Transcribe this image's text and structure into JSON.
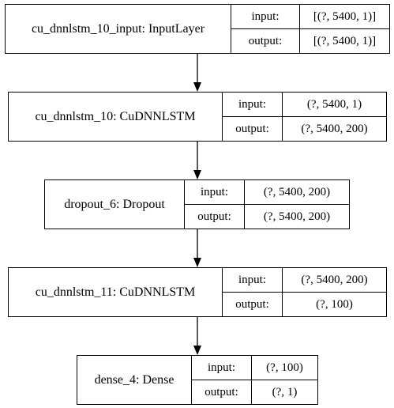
{
  "nodes": [
    {
      "name": "cu_dnnlstm_10_input: InputLayer",
      "input_label": "input:",
      "input": "[(?, 5400, 1)]",
      "output_label": "output:",
      "output": "[(?, 5400, 1)]"
    },
    {
      "name": "cu_dnnlstm_10: CuDNNLSTM",
      "input_label": "input:",
      "input": "(?, 5400, 1)",
      "output_label": "output:",
      "output": "(?, 5400, 200)"
    },
    {
      "name": "dropout_6: Dropout",
      "input_label": "input:",
      "input": "(?, 5400, 200)",
      "output_label": "output:",
      "output": "(?, 5400, 200)"
    },
    {
      "name": "cu_dnnlstm_11: CuDNNLSTM",
      "input_label": "input:",
      "input": "(?, 5400, 200)",
      "output_label": "output:",
      "output": "(?, 100)"
    },
    {
      "name": "dense_4: Dense",
      "input_label": "input:",
      "input": "(?, 100)",
      "output_label": "output:",
      "output": "(?, 1)"
    }
  ]
}
